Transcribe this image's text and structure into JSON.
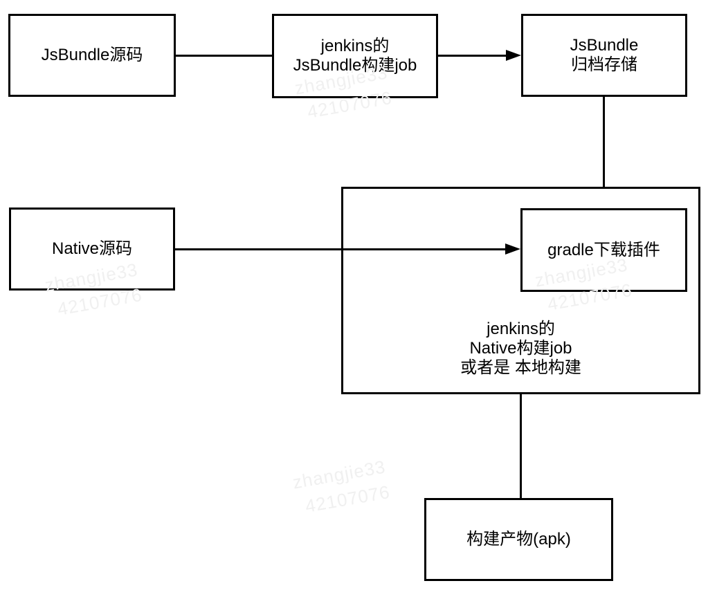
{
  "colors": {
    "box_border": "#000000",
    "box_fill": "#ffffff",
    "background": "#ffffff",
    "text": "#000000",
    "watermark": "#f0f0f0"
  },
  "nodes": {
    "jsbundle_source": {
      "label": "JsBundle源码"
    },
    "jenkins_jsbundle_job": {
      "line1": "jenkins的",
      "line2": "JsBundle构建job"
    },
    "jsbundle_archive": {
      "line1": "JsBundle",
      "line2": "归档存储"
    },
    "native_source": {
      "label": "Native源码"
    },
    "native_build_job": {
      "line1": "jenkins的",
      "line2": "Native构建job",
      "line3": "或者是 本地构建"
    },
    "gradle_plugin": {
      "label": "gradle下载插件"
    },
    "build_artifact": {
      "label": "构建产物(apk)"
    }
  },
  "edges": [
    {
      "from": "jsbundle_source",
      "to": "jenkins_jsbundle_job",
      "arrow": false
    },
    {
      "from": "jenkins_jsbundle_job",
      "to": "jsbundle_archive",
      "arrow": true
    },
    {
      "from": "jsbundle_archive",
      "to": "native_build_job",
      "arrow": false
    },
    {
      "from": "native_source",
      "to": "gradle_plugin",
      "arrow": true
    },
    {
      "from": "native_build_job",
      "to": "build_artifact",
      "arrow": false
    }
  ],
  "watermark": {
    "line1": "zhangjie33",
    "line2": "42107076"
  }
}
